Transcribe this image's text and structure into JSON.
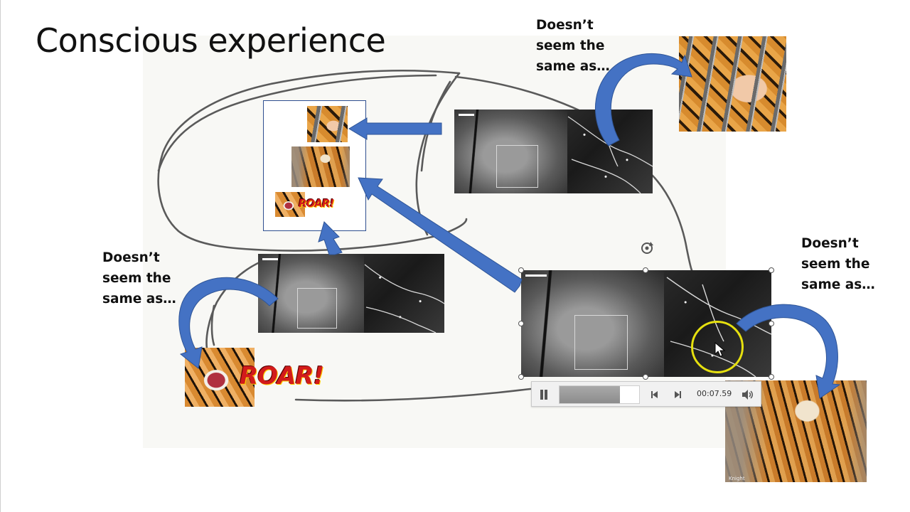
{
  "slide": {
    "title": "Conscious experience",
    "captions": {
      "top": "Doesn’t\nseem the\nsame as…",
      "left": "Doesn’t\nseem the\nsame as…",
      "right": "Doesn’t\nseem the\nsame as…"
    },
    "roar_small": "ROAR!",
    "roar_large": "ROAR!",
    "photo_credit": "Knight"
  },
  "media_player": {
    "time": "00:07.59",
    "progress": 0.76,
    "icons": {
      "play_pause": "pause-icon",
      "back": "step-back-icon",
      "forward": "step-forward-icon",
      "volume": "volume-icon"
    }
  },
  "selection": {
    "rotate_icon": "rotate-icon",
    "cursor_icon": "move-cursor-icon",
    "highlight_color": "#e6e00f"
  },
  "colors": {
    "arrow": "#4472c4",
    "sketch_line": "#5a5a5a",
    "frame": "#2f4f8f"
  }
}
